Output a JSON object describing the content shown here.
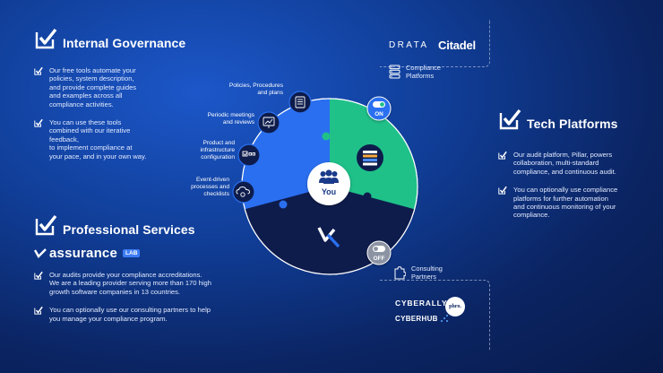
{
  "internal_governance": {
    "title": "Internal Governance",
    "bullets": [
      "Our free tools automate your\npolicies, system description,\nand provide complete guides\nand examples across all\ncompliance activities.",
      "You can use these tools\ncombined with our iterative\nfeedback,\nto implement compliance at\nyour pace, and in your own way."
    ]
  },
  "professional_services": {
    "title": "Professional Services",
    "brand_name": "assurance",
    "brand_badge": "LAB",
    "bullets": [
      "Our audits provide your compliance accreditations.\nWe are a leading provider serving more than 170 high\ngrowth software companies in 13 countries.",
      "You can optionally use our consulting partners to help\nyou manage your compliance program."
    ]
  },
  "tech_platforms": {
    "title": "Tech Platforms",
    "bullets": [
      "Our audit platform, Pillar, powers\ncollaboration, multi-standard\ncompliance, and continuous audit.",
      "You can optionally use compliance\nplatforms for further automation\nand continuous monitoring of your\ncompliance."
    ]
  },
  "wheel": {
    "center_label": "You",
    "labels": [
      "Policies, Procedures\nand plans",
      "Periodic meetings\nand reviews",
      "Product and\ninfrastructure\nconfiguration",
      "Event-driven\nprocesses and\nchecklists"
    ],
    "toggle_on": "ON",
    "toggle_off": "OFF",
    "colors": {
      "blue": "#2a6ff0",
      "green": "#1fc189",
      "navy": "#0e1c4c"
    }
  },
  "compliance_platforms": {
    "label": "Compliance\nPlatforms",
    "logos": [
      "DRATA",
      "Citadel"
    ]
  },
  "consulting_partners": {
    "label": "Consulting\nPartners",
    "logos": [
      "CYBERALLY",
      "phro.",
      "CYBERHUB"
    ]
  }
}
